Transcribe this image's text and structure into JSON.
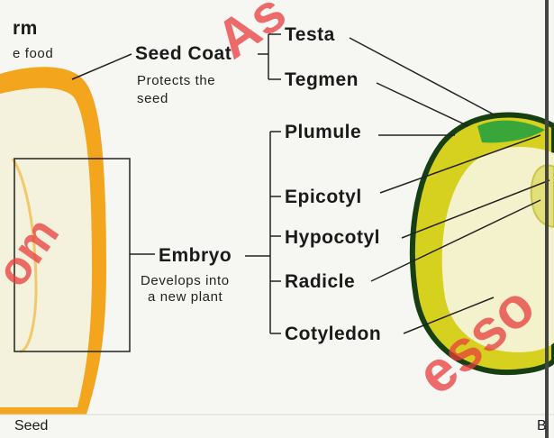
{
  "labels": {
    "endosperm_partial": "rm",
    "food_partial": "e food",
    "seed_coat": "Seed Coat",
    "seed_coat_desc_1": "Protects the",
    "seed_coat_desc_2": "seed",
    "testa": "Testa",
    "tegmen": "Tegmen",
    "plumule": "Plumule",
    "epicotyl": "Epicotyl",
    "hypocotyl": "Hypocotyl",
    "radicle": "Radicle",
    "cotyledon": "Cotyledon",
    "embryo": "Embryo",
    "embryo_desc_1": "Develops into",
    "embryo_desc_2": "a new plant",
    "seed_caption": "Seed",
    "bean_caption_partial": "B"
  },
  "watermarks": {
    "top": "As",
    "left": "om",
    "bottom_right": "esso"
  },
  "colors": {
    "seed_coat_left": "#f2a51d",
    "seed_inner": "#f4f1dc",
    "bean_outline": "#173f12",
    "bean_coat": "#d6d11e",
    "bean_inner": "#f4f2cc",
    "plumule_green": "#39a63a",
    "watermark": "#e83c3c"
  }
}
